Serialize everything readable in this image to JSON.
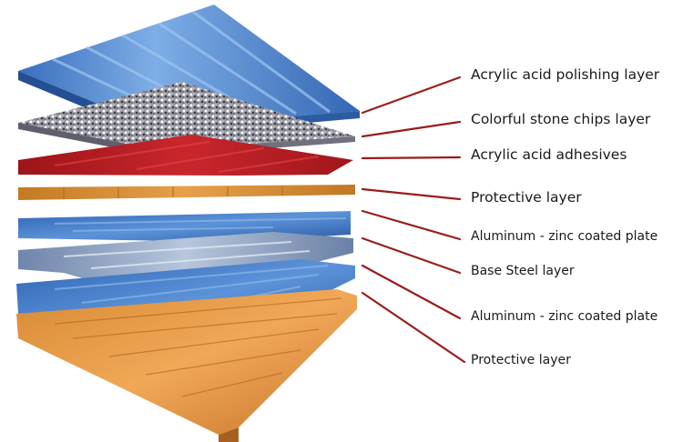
{
  "diagram": {
    "layers": [
      {
        "label": "Acrylic acid polishing layer",
        "color": "#3f78c6"
      },
      {
        "label": "Colorful stone chips layer",
        "color": "#8a8a96"
      },
      {
        "label": "Acrylic acid adhesives",
        "color": "#b21e24"
      },
      {
        "label": "Protective layer",
        "color": "#cc8a2e"
      },
      {
        "label": "Aluminum - zinc coated plate",
        "color": "#3e73c0"
      },
      {
        "label": "Base Steel layer",
        "color": "#7f96b8"
      },
      {
        "label": "Aluminum - zinc coated plate",
        "color": "#3e73c0"
      },
      {
        "label": "Protective layer",
        "color": "#d9872f"
      }
    ],
    "leader_color": "#9b1c1c"
  }
}
